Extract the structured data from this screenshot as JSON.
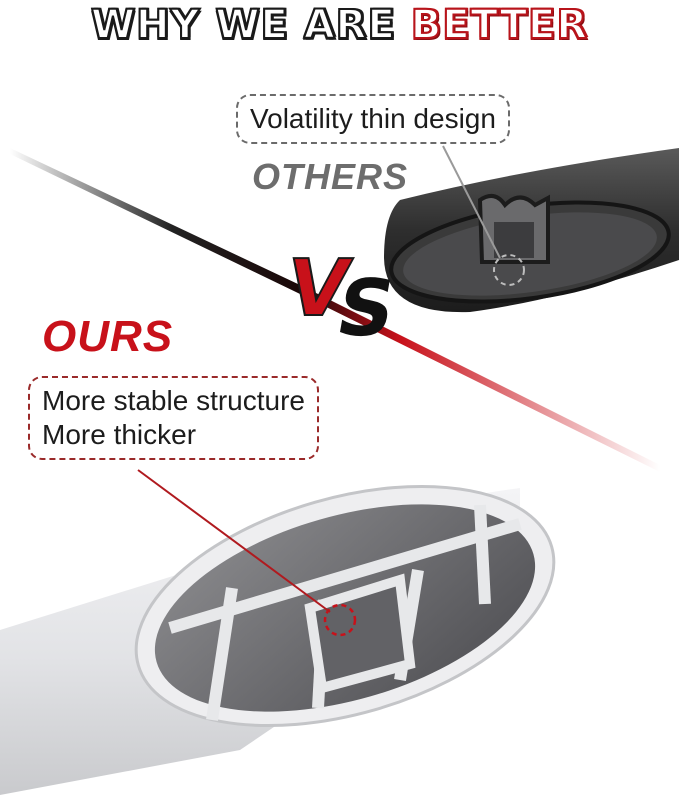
{
  "header": {
    "title_part1": "WHY WE ARE",
    "title_part2": "BETTER"
  },
  "others": {
    "label": "OTHERS",
    "callout": "Volatility thin design"
  },
  "vs": {
    "v": "V",
    "s": "S"
  },
  "ours": {
    "label": "OURS",
    "callout_line1": "More stable structure",
    "callout_line2": "More thicker"
  },
  "colors": {
    "accent_red": "#c8111a",
    "dark": "#1a1a1a",
    "grey_label": "#6d6d6d"
  }
}
